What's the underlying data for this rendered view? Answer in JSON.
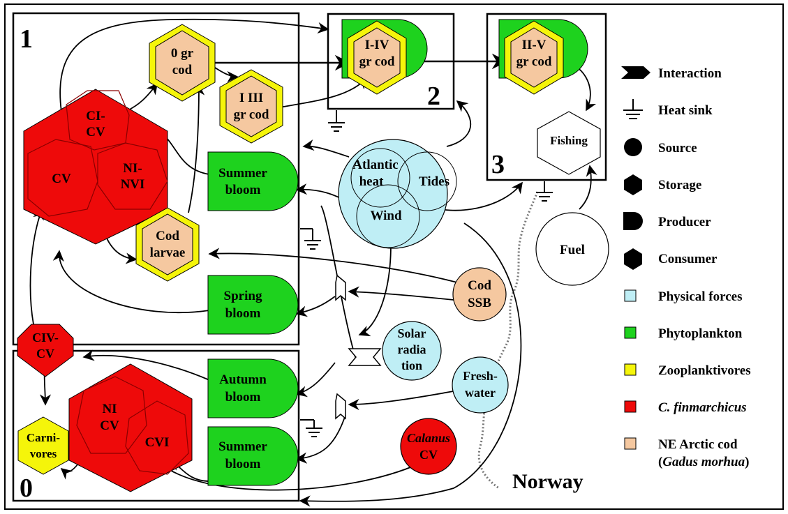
{
  "colors": {
    "physical": "#bfeef5",
    "phytoplankton": "#1ed21e",
    "zooplanktivores": "#f5f50a",
    "finmarchicus": "#ee0a0a",
    "cod": "#f5c8a0",
    "white": "#ffffff",
    "black": "#000000"
  },
  "boxes": {
    "box1": "1",
    "box0": "0",
    "box2": "2",
    "box3": "3"
  },
  "nodes": {
    "cod0_l1": "0 gr",
    "cod0_l2": "cod",
    "cod13_l1": "I III",
    "cod13_l2": "gr cod",
    "cod14_l1": "I-IV",
    "cod14_l2": "gr cod",
    "cod25_l1": "II-V",
    "cod25_l2": "gr cod",
    "fishing": "Fishing",
    "fuel": "Fuel",
    "ci_cv_l1": "CI-",
    "ci_cv_l2": "CV",
    "cv": "CV",
    "ni_nvi_l1": "NI-",
    "ni_nvi_l2": "NVI",
    "summer1_l1": "Summer",
    "summer1_l2": "bloom",
    "cod_larvae_l1": "Cod",
    "cod_larvae_l2": "larvae",
    "spring_l1": "Spring",
    "spring_l2": "bloom",
    "civ_cv_l1": "CIV-",
    "civ_cv_l2": "CV",
    "ni_cv_l1": "NI",
    "ni_cv_l2": "CV",
    "cvi": "CVI",
    "carni_l1": "Carni-",
    "carni_l2": "vores",
    "autumn_l1": "Autumn",
    "autumn_l2": "bloom",
    "summer0_l1": "Summer",
    "summer0_l2": "bloom",
    "atlantic_l1": "Atlantic",
    "atlantic_l2": "heat",
    "tides": "Tides",
    "wind": "Wind",
    "solar_l1": "Solar",
    "solar_l2": "radia",
    "solar_l3": "tion",
    "fresh_l1": "Fresh-",
    "fresh_l2": "water",
    "codssb_l1": "Cod",
    "codssb_l2": "SSB",
    "calanus_l1": "Calanus",
    "calanus_l2": "CV",
    "norway": "Norway"
  },
  "legend": {
    "interaction": "Interaction",
    "heat_sink": "Heat sink",
    "source": "Source",
    "storage": "Storage",
    "producer": "Producer",
    "consumer": "Consumer",
    "physical_forces": "Physical forces",
    "phytoplankton": "Phytoplankton",
    "zooplanktivores": "Zooplanktivores",
    "finmarchicus": "C. finmarchicus",
    "ne_cod_l1": "NE Arctic cod",
    "ne_cod_l2_open": "(",
    "ne_cod_l2_species": "Gadus morhua",
    "ne_cod_l2_close": ")"
  }
}
